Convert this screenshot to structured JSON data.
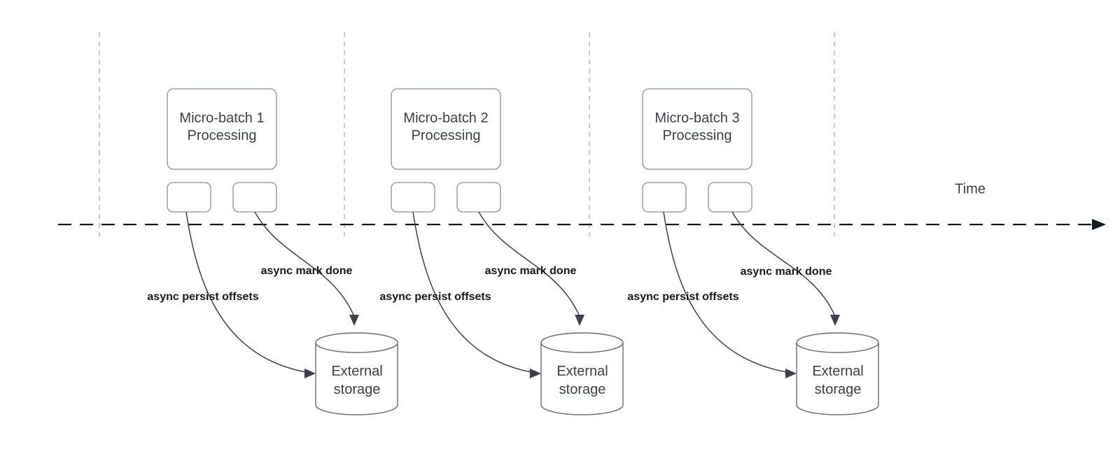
{
  "diagram": {
    "title_hint": "micro-batch async checkpointing timeline",
    "timeline": {
      "label": "Time"
    },
    "groups": [
      {
        "box_label": "Micro-batch 1\nProcessing",
        "persist_label": "async persist offsets",
        "done_label": "async mark done",
        "storage_label": "External\nstorage"
      },
      {
        "box_label": "Micro-batch 2\nProcessing",
        "persist_label": "async persist offsets",
        "done_label": "async mark done",
        "storage_label": "External\nstorage"
      },
      {
        "box_label": "Micro-batch 3\nProcessing",
        "persist_label": "async persist offsets",
        "done_label": "async mark done",
        "storage_label": "External\nstorage"
      }
    ],
    "colors": {
      "background": "#ffffff",
      "shape_stroke": "#8a8f96",
      "cylinder_stroke": "#666b73",
      "arrow": "#3a414d",
      "edge_label_text": "#16181d",
      "node_text": "#3a3f47",
      "timeline_stroke": "#14181f",
      "guide_dash": "#b0b4b8"
    }
  }
}
